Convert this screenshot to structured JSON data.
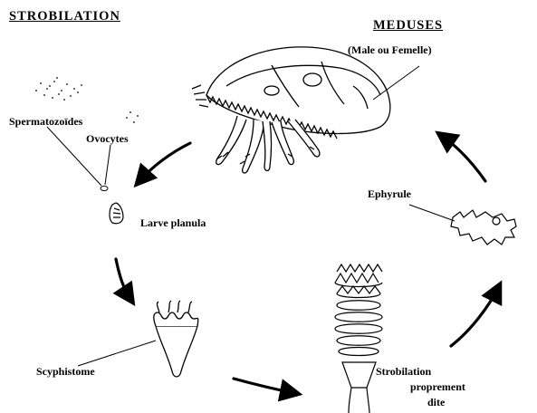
{
  "title": "STROBILATION",
  "stages": {
    "meduses": {
      "title": "MEDUSES",
      "subtitle": "(Male ou Femelle)"
    },
    "spermatozoides": "Spermatozoïdes",
    "ovocytes": "Ovocytes",
    "larve_planula": "Larve planula",
    "scyphistome": "Scyphistome",
    "strobilation_line1": "Strobilation",
    "strobilation_line2": "proprement",
    "strobilation_line3": "dite",
    "ephyrule": "Ephyrule"
  },
  "colors": {
    "ink": "#000000",
    "background": "#ffffff"
  }
}
